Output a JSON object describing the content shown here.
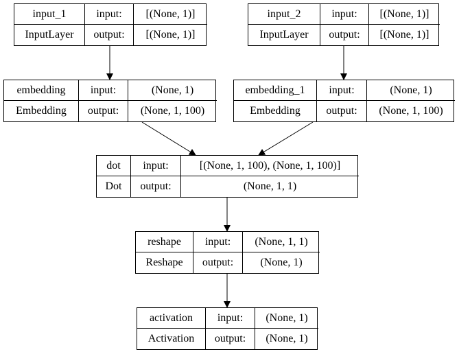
{
  "nodes": [
    {
      "id": "input_1",
      "name": "input_1",
      "type": "InputLayer",
      "input_label": "input:",
      "input_value": "[(None, 1)]",
      "output_label": "output:",
      "output_value": "[(None, 1)]"
    },
    {
      "id": "input_2",
      "name": "input_2",
      "type": "InputLayer",
      "input_label": "input:",
      "input_value": "[(None, 1)]",
      "output_label": "output:",
      "output_value": "[(None, 1)]"
    },
    {
      "id": "embedding",
      "name": "embedding",
      "type": "Embedding",
      "input_label": "input:",
      "input_value": "(None, 1)",
      "output_label": "output:",
      "output_value": "(None, 1, 100)"
    },
    {
      "id": "embedding_1",
      "name": "embedding_1",
      "type": "Embedding",
      "input_label": "input:",
      "input_value": "(None, 1)",
      "output_label": "output:",
      "output_value": "(None, 1, 100)"
    },
    {
      "id": "dot",
      "name": "dot",
      "type": "Dot",
      "input_label": "input:",
      "input_value": "[(None, 1, 100), (None, 1, 100)]",
      "output_label": "output:",
      "output_value": "(None, 1, 1)"
    },
    {
      "id": "reshape",
      "name": "reshape",
      "type": "Reshape",
      "input_label": "input:",
      "input_value": "(None, 1, 1)",
      "output_label": "output:",
      "output_value": "(None, 1)"
    },
    {
      "id": "activation",
      "name": "activation",
      "type": "Activation",
      "input_label": "input:",
      "input_value": "(None, 1)",
      "output_label": "output:",
      "output_value": "(None, 1)"
    }
  ],
  "edges": [
    {
      "from": "input_1",
      "to": "embedding"
    },
    {
      "from": "input_2",
      "to": "embedding_1"
    },
    {
      "from": "embedding",
      "to": "dot"
    },
    {
      "from": "embedding_1",
      "to": "dot"
    },
    {
      "from": "dot",
      "to": "reshape"
    },
    {
      "from": "reshape",
      "to": "activation"
    }
  ]
}
